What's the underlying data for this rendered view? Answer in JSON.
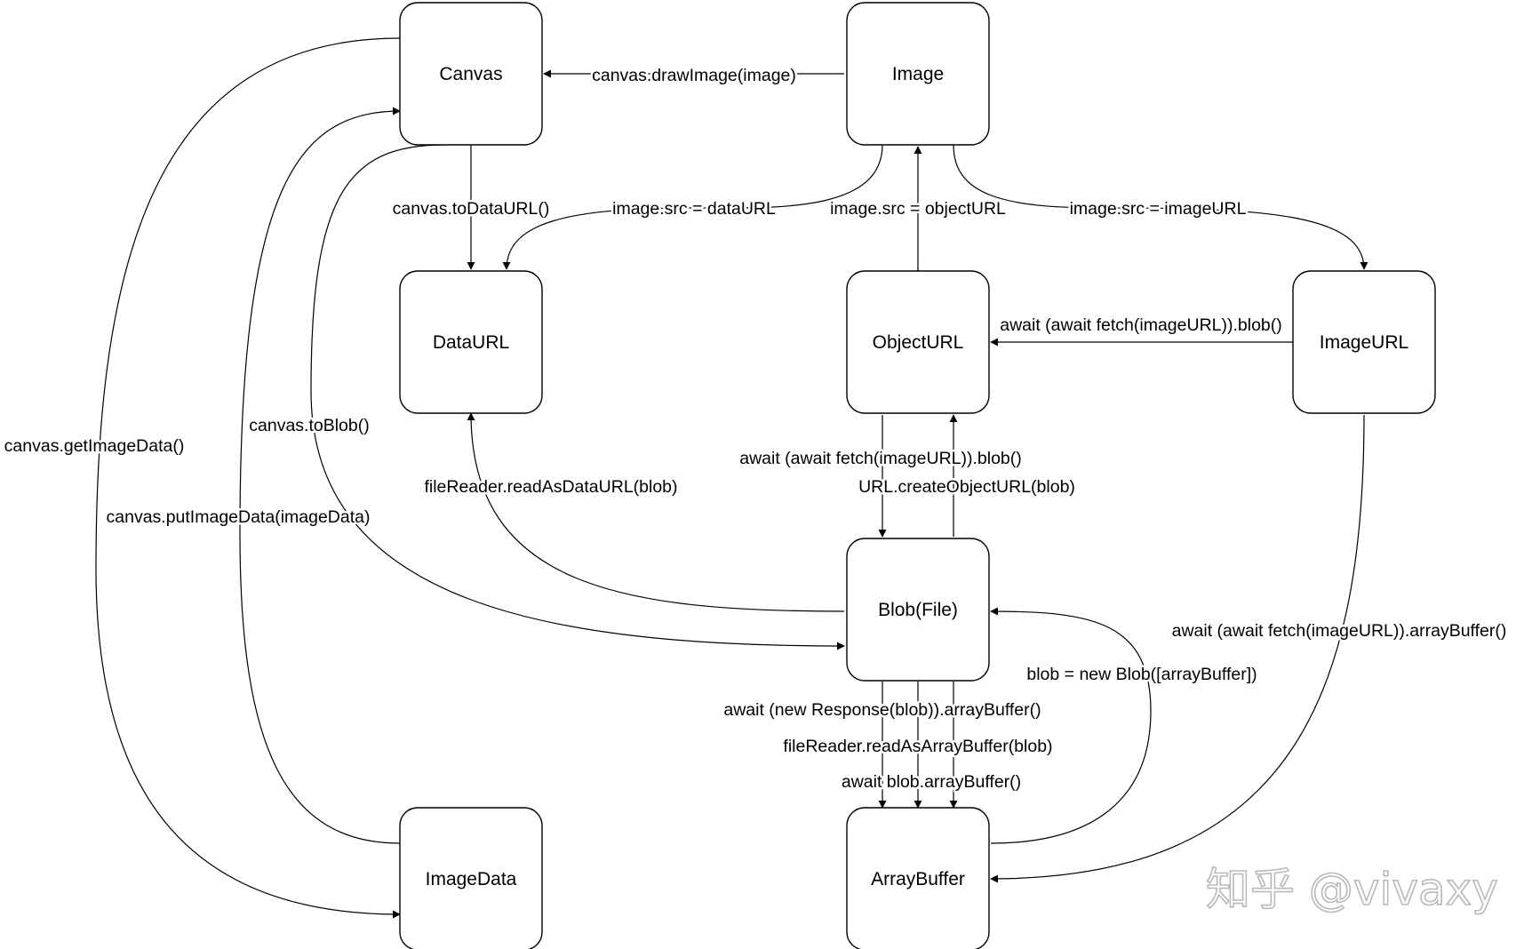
{
  "nodes": {
    "canvas": "Canvas",
    "image": "Image",
    "dataurl": "DataURL",
    "objecturl": "ObjectURL",
    "imageurl": "ImageURL",
    "blob": "Blob(File)",
    "imagedata": "ImageData",
    "arraybuffer": "ArrayBuffer"
  },
  "edges": {
    "draw_image": "canvas.drawImage(image)",
    "to_data_url": "canvas.toDataURL()",
    "src_data_url": "image.src = dataURL",
    "src_object_url": "image.src = objectURL",
    "src_image_url": "image.src = imageURL",
    "fetch_blob_top": "await (await fetch(imageURL)).blob()",
    "to_blob": "canvas.toBlob()",
    "get_image_data": "canvas.getImageData()",
    "read_as_data_url": "fileReader.readAsDataURL(blob)",
    "fetch_blob_mid": "await (await fetch(imageURL)).blob()",
    "create_object_url": "URL.createObjectURL(blob)",
    "put_image_data": "canvas.putImageData(imageData)",
    "fetch_array_buffer": "await (await fetch(imageURL)).arrayBuffer()",
    "new_blob": "blob = new Blob([arrayBuffer])",
    "response_array_buffer": "await (new Response(blob)).arrayBuffer()",
    "read_as_array_buffer": "fileReader.readAsArrayBuffer(blob)",
    "blob_array_buffer": "await blob.arrayBuffer()"
  },
  "watermark": "知乎 @vivaxy"
}
